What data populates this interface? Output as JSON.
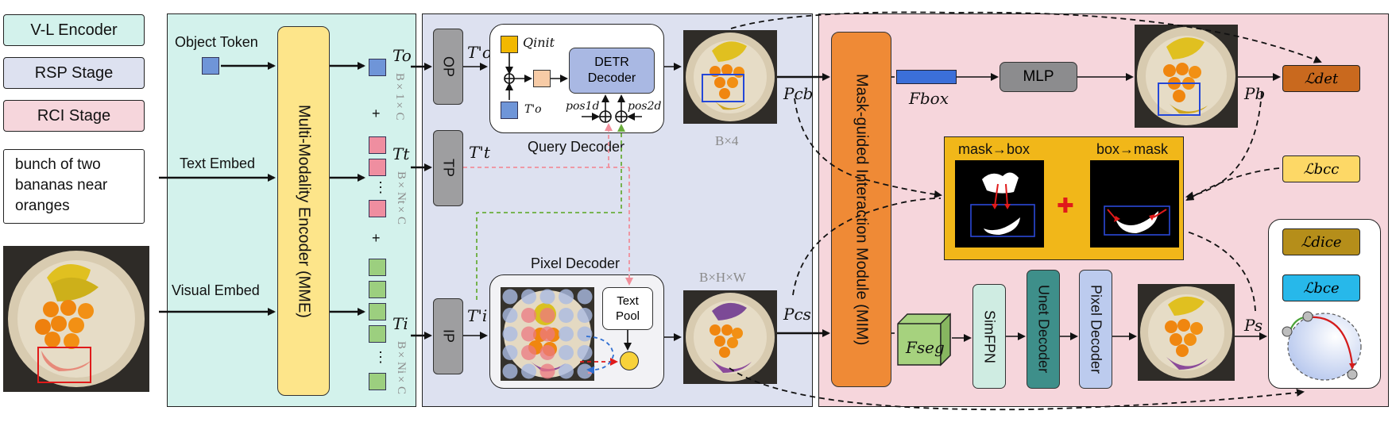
{
  "legend": {
    "vl": "V-L Encoder",
    "rsp": "RSP Stage",
    "rci": "RCI Stage"
  },
  "query_text": "bunch of two bananas near oranges",
  "inputs": {
    "object_token": "Object Token",
    "text_embed": "Text Embed",
    "visual_embed": "Visual Embed"
  },
  "mme_label": "Multi-Modality Encoder (MME)",
  "tokens": {
    "t_o": "To",
    "t_t": "Tt",
    "t_i": "Ti",
    "plus": "+",
    "dots": "⋮",
    "dim_o": "B×1×C",
    "dim_t": "B×Nt×C",
    "dim_i": "B×Ni×C"
  },
  "rsp": {
    "op": "OP",
    "tp": "TP",
    "ip": "IP",
    "t_o_prime": "T'o",
    "t_t_prime": "T't",
    "t_i_prime": "T'i",
    "query_decoder": "Query Decoder",
    "q_init": "Qinit",
    "detr_decoder": "DETR Decoder",
    "pos_1d": "pos1d",
    "pos_2d": "pos2d",
    "t_o_prime_small": "T'o",
    "pixel_decoder": "Pixel Decoder",
    "text_pool": "Text Pool",
    "dim_box": "B×4",
    "dim_mask": "B×H×W"
  },
  "mid": {
    "p_b_c": "Pcb",
    "p_s_c": "Pcs",
    "mim_label": "Mask-guided Interaction Module (MIM)"
  },
  "rci": {
    "f_box": "Fbox",
    "mlp": "MLP",
    "p_b": "Pb",
    "p_s": "Ps",
    "f_seg": "Fseg",
    "simfpn": "SimFPN",
    "unet_decoder": "Unet Decoder",
    "pixel_decoder": "Pixel Decoder",
    "mask_to_box": "mask→box",
    "box_to_mask": "box→mask",
    "plus_sign": "✚"
  },
  "losses": {
    "det": "ℒdet",
    "bcc": "ℒbcc",
    "dice": "ℒdice",
    "bce": "ℒbce"
  },
  "colors": {
    "vl_panel": "#d3f2ec",
    "rsp_panel": "#dde1f0",
    "rci_panel": "#f6d6dc",
    "mme": "#fde58a",
    "mim": "#ef8a36",
    "detr": "#a9b8e3",
    "yellow_box": "#f1b719",
    "loss_det": "#c9691e",
    "loss_bcc": "#fdd866",
    "loss_dice": "#b58e1a",
    "loss_bce": "#27b8ea",
    "simfpn": "#cfece2",
    "unet": "#3e8f8a",
    "pixdec": "#bccbee"
  }
}
